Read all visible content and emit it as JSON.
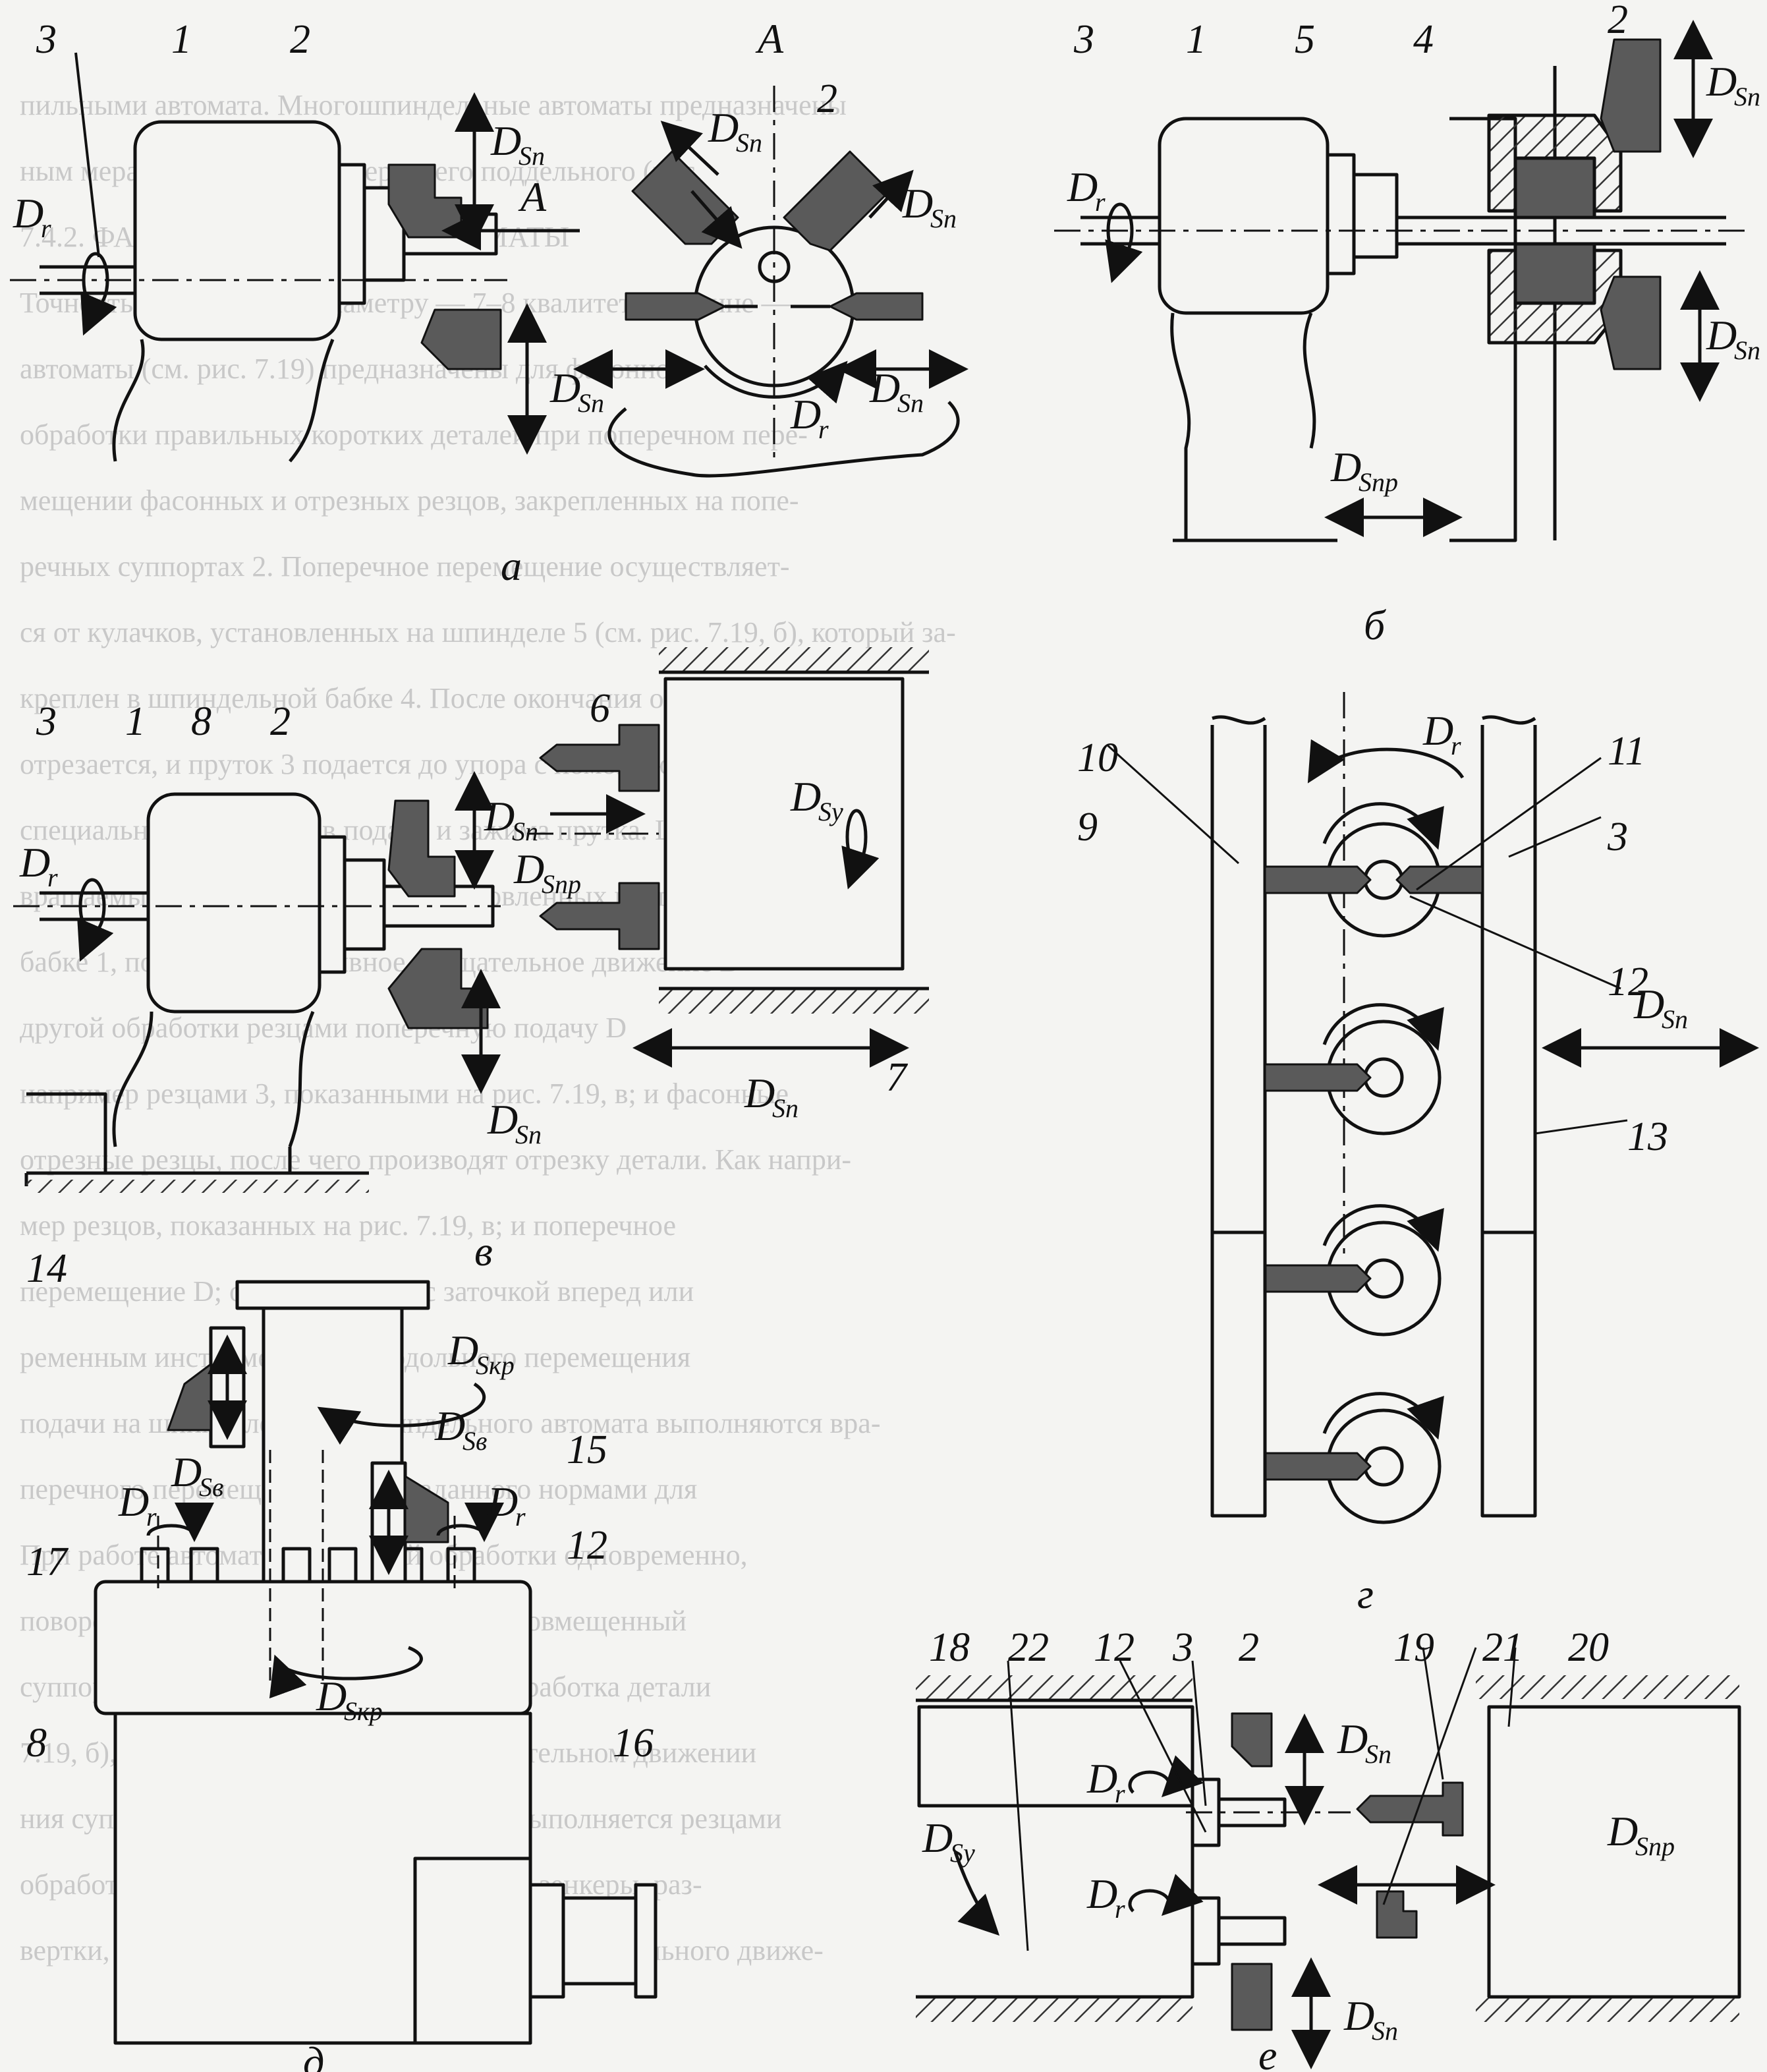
{
  "background_lines": [
    "пильными автомата. Многошпиндельные автоматы предназначены",
    "ным мерам (рис. 7.19, а) и переднего поддельного (рис.",
    "7.4.2. ФАСОННО-ОТРЕЗНЫЕ АВТОМАТЫ",
    "Точность обработки по диаметру — 7–8 квалитет, по длине —",
    "автоматы (см. рис. 7.19) предназначены для фасонной",
    "обработки правильных коротких деталей при поперечном пере-",
    "мещении фасонных и отрезных резцов, закрепленных на попе-",
    "речных суппортах 2. Поперечное перемещение осуществляет-",
    "ся от кулачков, установленных на шпинделе 5 (см. рис. 7.19, б), который за-",
    "креплен в шпиндельной бабке 4. После окончания обработки деталь",
    "отрезается, и пруток 3 подается до упора с помощью",
    "специальных механизмов подачи и зажима прутка. Шпиндель",
    "вращаемый приводом в опорах, установленных в шпиндельной",
    "бабке 1, получает непрерывное вращательное движение D",
    "другой обработки резцами поперечную подачу D",
    "например резцами 3, показанными на рис. 7.19, в; и фасонные",
    "отрезные резцы, после чего производят отрезку детали. Как напри-",
    "мер резцов, показанных на рис. 7.19, в; и поперечное",
    "перемещение D; отрезной резец с заточкой вперед или",
    "ременным инструментом и продольного перемещения",
    "подачи на шпинделе многошпиндельного автомата выполняются вра-",
    "перечного перемещения резца, заданного нормами для",
    "При работе автомата для полной обработки одновременно,",
    "поворотное фасонных резцов автомата, совмещенный",
    "суппорт с продольным направлением, обработка детали",
    "7.19, б), дающих расположение во вращательном движении",
    "ния суппорт продольного перемещения выполняется резцами",
    "обработки, на нем устанавливают сверла, зенкеры, раз-",
    "вертки, метчики, плашки, которым, кроме вращательного движе-"
  ],
  "figure": {
    "subfigure_letters": [
      "а",
      "б",
      "в",
      "г",
      "д",
      "е"
    ],
    "view_labels": [
      "A",
      "A"
    ],
    "motion_labels": {
      "Dr": {
        "main": "D",
        "sub": "r"
      },
      "Dsp": {
        "main": "D",
        "sub": "Sп"
      },
      "Dspr": {
        "main": "D",
        "sub": "Sпр"
      },
      "Dsu": {
        "main": "D",
        "sub": "Sу"
      },
      "Dskr": {
        "main": "D",
        "sub": "Sкр"
      },
      "Dsv": {
        "main": "D",
        "sub": "Sв"
      }
    },
    "part_numbers": [
      "1",
      "2",
      "3",
      "4",
      "5",
      "6",
      "7",
      "8",
      "9",
      "10",
      "11",
      "12",
      "13",
      "14",
      "15",
      "16",
      "17",
      "18",
      "19",
      "20",
      "21",
      "22"
    ]
  },
  "colors": {
    "ink": "#111111",
    "tool": "#5a5a5a",
    "hatch": "#333333",
    "faded_text": "#c8c8c8"
  }
}
